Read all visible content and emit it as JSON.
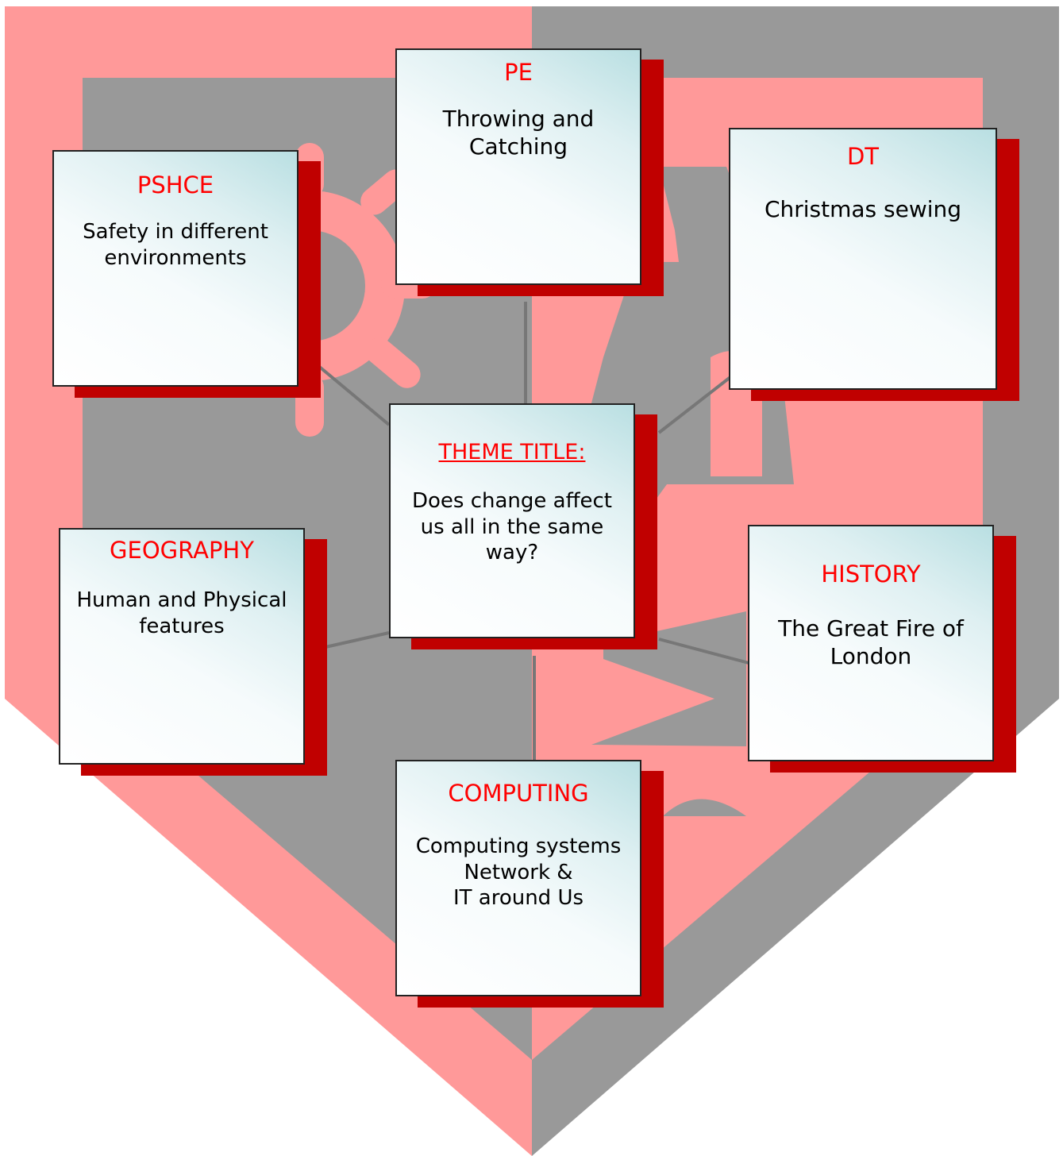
{
  "colors": {
    "shield_pink": "#ff9999",
    "shield_grey": "#999999",
    "card_shadow": "#c00000",
    "heading_red": "#ff0000",
    "connector": "#777777"
  },
  "theme": {
    "title": "THEME TITLE:",
    "text": "Does change affect us all in the same way?"
  },
  "subjects": {
    "pe": {
      "title": "PE",
      "text": "Throwing and Catching"
    },
    "pshce": {
      "title": "PSHCE",
      "text": "Safety in different environments"
    },
    "dt": {
      "title": "DT",
      "text": "Christmas sewing"
    },
    "geography": {
      "title": "GEOGRAPHY",
      "text": "Human and Physical features"
    },
    "history": {
      "title": "HISTORY",
      "text": "The Great Fire of London"
    },
    "computing": {
      "title": "COMPUTING",
      "text": "Computing systems\nNetwork &\nIT around Us"
    }
  }
}
